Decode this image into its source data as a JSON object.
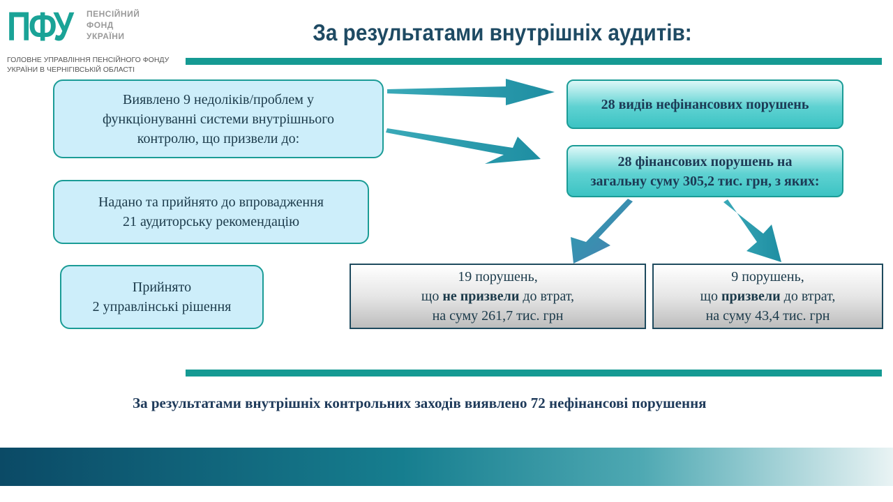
{
  "logo": {
    "abbr": "ПФУ",
    "line1": "ПЕНСІЙНИЙ",
    "line2": "ФОНД",
    "line3": "УКРАЇНИ"
  },
  "org": {
    "line1": "ГОЛОВНЕ УПРАВЛІННЯ ПЕНСІЙНОГО ФОНДУ",
    "line2": "УКРАЇНИ В ЧЕРНІГІВСЬКІЙ ОБЛАСТІ"
  },
  "title": "За результатами внутрішніх аудитів:",
  "left_boxes": {
    "findings": {
      "line1": "Виявлено 9 недоліків/проблем у",
      "line2": "функціонуванні системи внутрішнього",
      "line3": "контролю, що призвели до:"
    },
    "recommendations": {
      "line1": "Надано та прийнято до впровадження",
      "line2": "21 аудиторську рекомендацію"
    },
    "decisions": {
      "line1": "Прийнято",
      "line2": "2 управлінські рішення"
    }
  },
  "result_boxes": {
    "non_financial": "28 видів нефінансових порушень",
    "financial": {
      "line1": "28 фінансових порушень на",
      "line2": "загальну суму 305,2 тис. грн, з яких:"
    }
  },
  "breakdown": {
    "no_losses": {
      "line1": "19 порушень,",
      "prefix": "що ",
      "emph": "не призвели",
      "suffix": " до втрат,",
      "line3": "на суму 261,7 тис. грн"
    },
    "losses": {
      "line1": "9 порушень,",
      "prefix": "що ",
      "emph": "призвели",
      "suffix": " до втрат,",
      "line3": "на суму 43,4 тис. грн"
    }
  },
  "bottom_note": "За результатами внутрішніх контрольних заходів виявлено 72  нефінансові порушення",
  "colors": {
    "accent": "#159a93",
    "title": "#1e4a63",
    "arrow": "#2a93a8"
  }
}
